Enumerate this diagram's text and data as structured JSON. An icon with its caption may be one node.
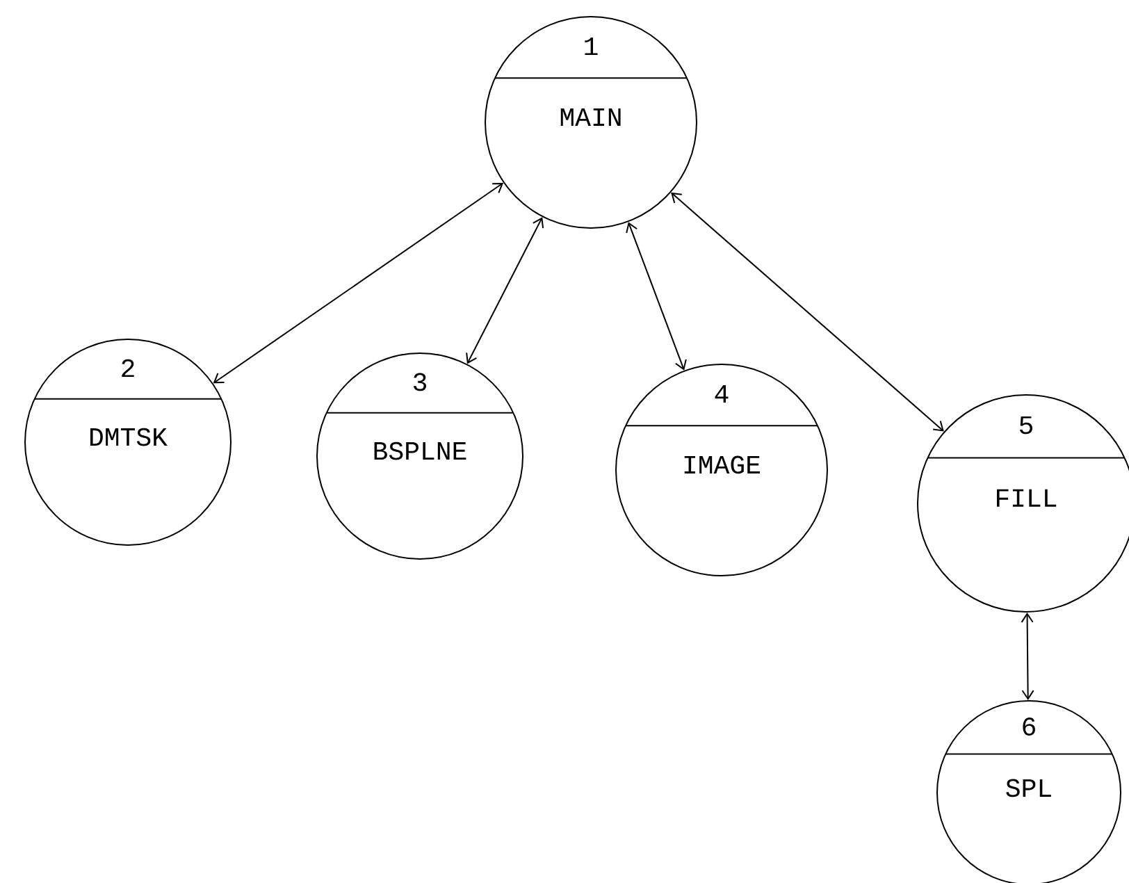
{
  "diagram": {
    "nodes": [
      {
        "text": [
          "1",
          "MAIN"
        ]
      },
      {
        "text": [
          "2",
          "DMTSK"
        ]
      },
      {
        "text": [
          "3",
          "BSPLNE"
        ]
      },
      {
        "text": [
          "4",
          "IMAGE"
        ]
      },
      {
        "text": [
          "5",
          "FILL"
        ]
      },
      {
        "text": [
          "6",
          "SPL"
        ]
      }
    ],
    "edges": [
      {
        "from": 0,
        "to": 1,
        "arrow": "both"
      },
      {
        "from": 0,
        "to": 2,
        "arrow": "both"
      },
      {
        "from": 0,
        "to": 3,
        "arrow": "both"
      },
      {
        "from": 0,
        "to": 4,
        "arrow": "both"
      },
      {
        "from": 4,
        "to": 5,
        "arrow": "both"
      }
    ]
  }
}
